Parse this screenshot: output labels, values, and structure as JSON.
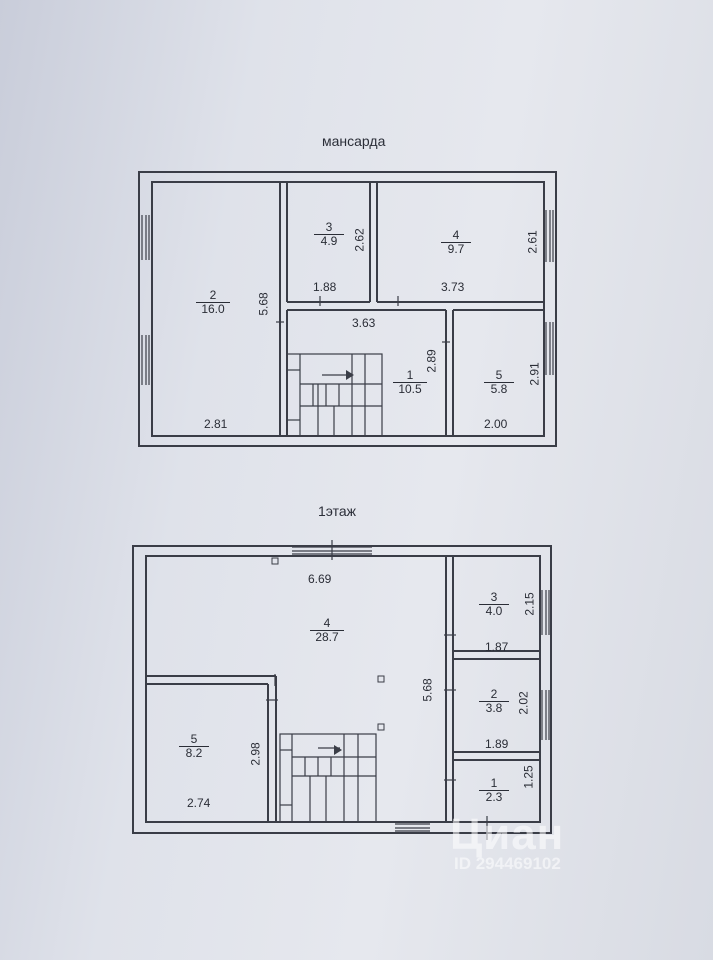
{
  "floors": [
    {
      "title": "мансарда",
      "rooms": [
        {
          "num": "2",
          "area": "16.0"
        },
        {
          "num": "3",
          "area": "4.9"
        },
        {
          "num": "4",
          "area": "9.7"
        },
        {
          "num": "1",
          "area": "10.5"
        },
        {
          "num": "5",
          "area": "5.8"
        }
      ],
      "dims": [
        "5.68",
        "1.88",
        "2.62",
        "3.73",
        "2.61",
        "3.63",
        "2.89",
        "2.91",
        "2.81",
        "2.00"
      ]
    },
    {
      "title": "1этаж",
      "rooms": [
        {
          "num": "4",
          "area": "28.7"
        },
        {
          "num": "3",
          "area": "4.0"
        },
        {
          "num": "2",
          "area": "3.8"
        },
        {
          "num": "5",
          "area": "8.2"
        },
        {
          "num": "1",
          "area": "2.3"
        }
      ],
      "dims": [
        "6.69",
        "5.68",
        "2.15",
        "1.87",
        "2.02",
        "1.89",
        "2.98",
        "2.74",
        "1.25"
      ]
    }
  ],
  "watermark": {
    "brand": "Циан",
    "id": "ID 294469102"
  },
  "colors": {
    "wall": "#3a3d47",
    "fill": "#e3e5ec"
  }
}
